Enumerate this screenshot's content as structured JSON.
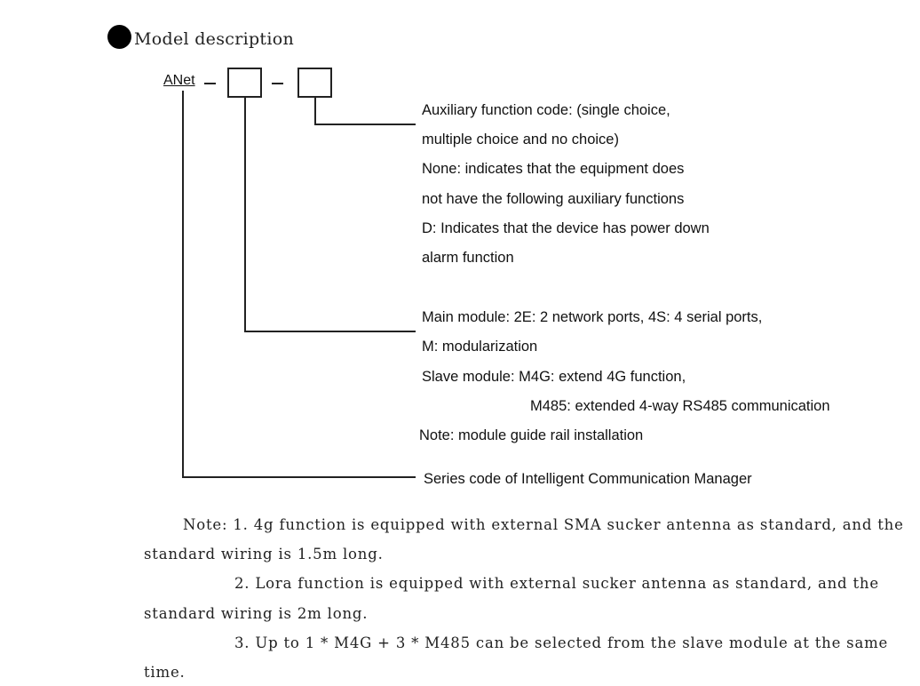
{
  "heading": "Model description",
  "model": {
    "prefix": "ANet"
  },
  "descriptions": {
    "auxiliary": [
      "Auxiliary function code: (single choice,",
      "multiple choice and no choice)",
      "None: indicates that the equipment does",
      "not have the following auxiliary functions",
      "D: Indicates that the device has power down",
      "alarm function"
    ],
    "module": [
      "Main module: 2E: 2 network ports, 4S: 4 serial ports,",
      "M: modularization",
      "Slave module: M4G: extend 4G function,",
      "M485: extended 4-way RS485 communication",
      "Note: module guide rail installation"
    ],
    "series": "Series code of Intelligent Communication Manager"
  },
  "notes": [
    "Note: 1. 4g function is equipped with external SMA sucker antenna as standard, and the",
    "standard wiring is 1.5m long.",
    "2. Lora function is equipped with external sucker antenna as standard, and the",
    "standard wiring is 2m long.",
    "3. Up to 1 * M4G + 3 * M485 can be selected from the slave module at the same",
    "time."
  ]
}
